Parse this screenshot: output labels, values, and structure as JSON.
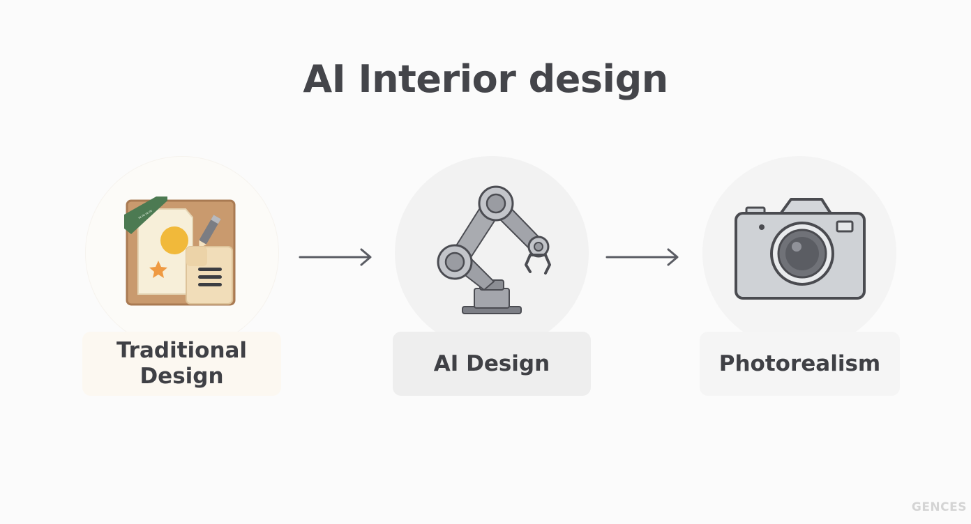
{
  "title": "AI Interior design",
  "steps": [
    {
      "label": "Traditional Design",
      "icon": "traditional-design-icon"
    },
    {
      "label": "AI Design",
      "icon": "robot-arm-icon"
    },
    {
      "label": "Photorealism",
      "icon": "camera-icon"
    }
  ],
  "arrows": [
    "arrow-right-icon",
    "arrow-right-icon"
  ],
  "watermark": "GENCES",
  "colors": {
    "background": "#fbfbfb",
    "text": "#44454a",
    "arrow": "#5a5c63",
    "traditional_frame": "#c99a6e",
    "traditional_paper": "#f6eed8",
    "accent_yellow": "#f0b939",
    "accent_orange": "#ef9a42",
    "ribbon_green": "#4c7a52",
    "robot_gray": "#8b8d93",
    "camera_body": "#cdd0d4",
    "camera_outline": "#4a4b50"
  }
}
